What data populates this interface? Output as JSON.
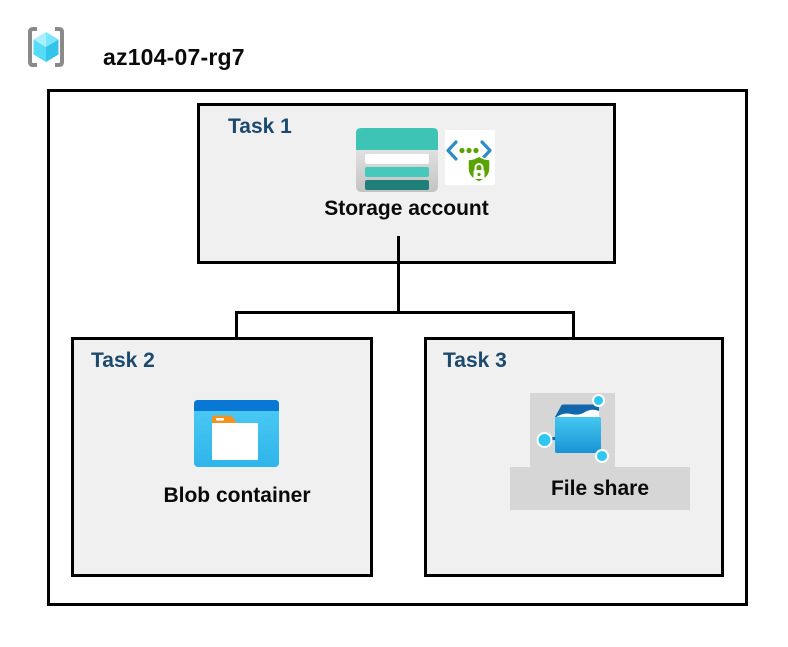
{
  "header": {
    "icon": "resource-group-icon",
    "title": "az104-07-rg7"
  },
  "diagram": {
    "tasks": [
      {
        "label": "Task 1",
        "resource": "Storage account",
        "icons": [
          "storage-account-icon",
          "secure-access-icon"
        ],
        "highlighted": false
      },
      {
        "label": "Task 2",
        "resource": "Blob container",
        "icons": [
          "blob-container-icon"
        ],
        "highlighted": false
      },
      {
        "label": "Task 3",
        "resource": "File share",
        "icons": [
          "file-share-icon"
        ],
        "highlighted": true
      }
    ],
    "connections": [
      {
        "from": "Storage account",
        "to": "Blob container"
      },
      {
        "from": "Storage account",
        "to": "File share"
      }
    ]
  },
  "colors": {
    "task_label": "#1B4A6E",
    "box_fill": "#F0F0F0",
    "box_border": "#000000",
    "highlight_gray": "#D6D6D6",
    "storage_teal": "#3EC4B4",
    "storage_teal_dark": "#1F8077",
    "blob_blue": "#0878D4",
    "file_blue": "#1A9BD7",
    "shield_green": "#57A300",
    "chevron_blue": "#2E8BC6",
    "cube_cyan": "#50E6FF",
    "bracket_gray": "#8A8A8A"
  }
}
